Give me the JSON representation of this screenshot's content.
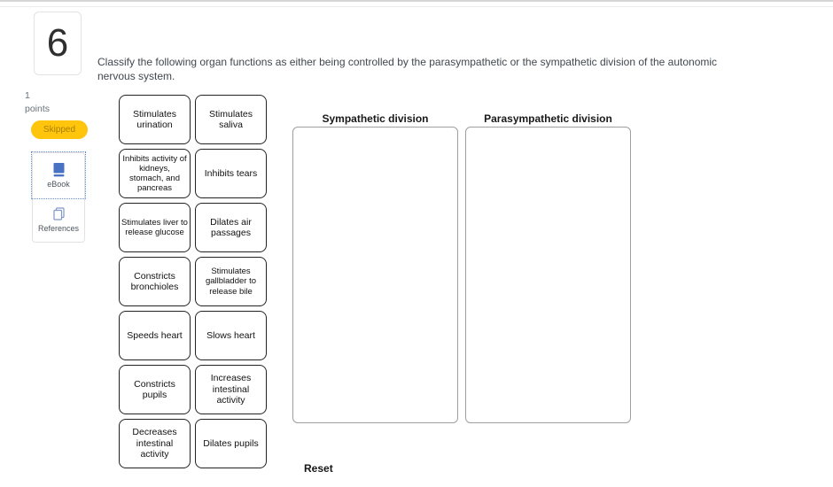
{
  "question": {
    "number": "6",
    "points_value": "1",
    "points_label": "points",
    "status_badge": "Skipped",
    "text": "Classify the following organ functions as either being controlled by the parasympathetic or the sympathetic division of the autonomic nervous system."
  },
  "resources": {
    "items": [
      {
        "label": "eBook",
        "icon": "book-icon"
      },
      {
        "label": "References",
        "icon": "pages-icon"
      }
    ]
  },
  "tiles": [
    "Stimulates urination",
    "Stimulates saliva",
    "Inhibits activity of kidneys, stomach, and pancreas",
    "Inhibits tears",
    "Stimulates liver to release glucose",
    "Dilates air passages",
    "Constricts bronchioles",
    "Stimulates gallbladder to release bile",
    "Speeds heart",
    "Slows heart",
    "Constricts pupils",
    "Increases intestinal activity",
    "Decreases intestinal activity",
    "Dilates pupils"
  ],
  "dropzones": [
    {
      "label": "Sympathetic division"
    },
    {
      "label": "Parasympathetic division"
    }
  ],
  "actions": {
    "reset_label": "Reset"
  },
  "colors": {
    "status_badge_bg": "#FFC40C",
    "status_badge_text": "#A88000",
    "resource_icon_blue": "#4A72C4",
    "focus_ring_blue": "#5B8BD6",
    "tile_border": "#222222",
    "dropzone_border": "#9F9F9F"
  }
}
